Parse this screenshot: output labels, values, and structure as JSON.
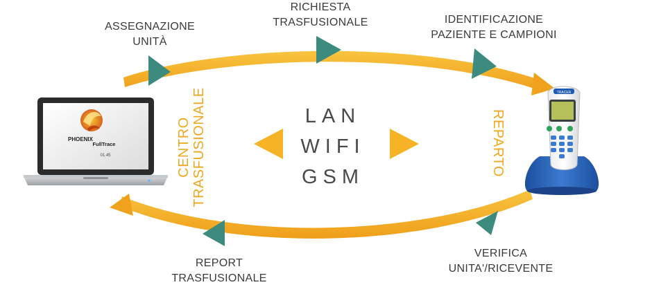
{
  "steps": {
    "assegnazione": [
      "ASSEGNAZIONE",
      "UNITÀ"
    ],
    "richiesta": [
      "RICHIESTA",
      "TRASFUSIONALE"
    ],
    "identificazione": [
      "IDENTIFICAZIONE",
      "PAZIENTE E CAMPIONI"
    ],
    "verifica": [
      "VERIFICA",
      "UNITA'/RICEVENTE"
    ],
    "report": [
      "REPORT",
      "TRASFUSIONALE"
    ]
  },
  "vertical": {
    "centro": [
      "CENTRO",
      "TRASFUSIONALE"
    ],
    "reparto": "REPARTO"
  },
  "network": [
    "LAN",
    "WIFI",
    "GSM"
  ],
  "laptop_screen": {
    "brand": "PHOENIX",
    "product": "FullTrace",
    "version": "01.45"
  },
  "device": {
    "brand": "TRACER"
  },
  "colors": {
    "arc": "#f5b325",
    "arc_edge": "#e09a14",
    "arrowhead": "#3d8a7e",
    "vertical_text": "#f0a820",
    "text": "#3a3a3a",
    "device_base": "#2a62b5"
  }
}
